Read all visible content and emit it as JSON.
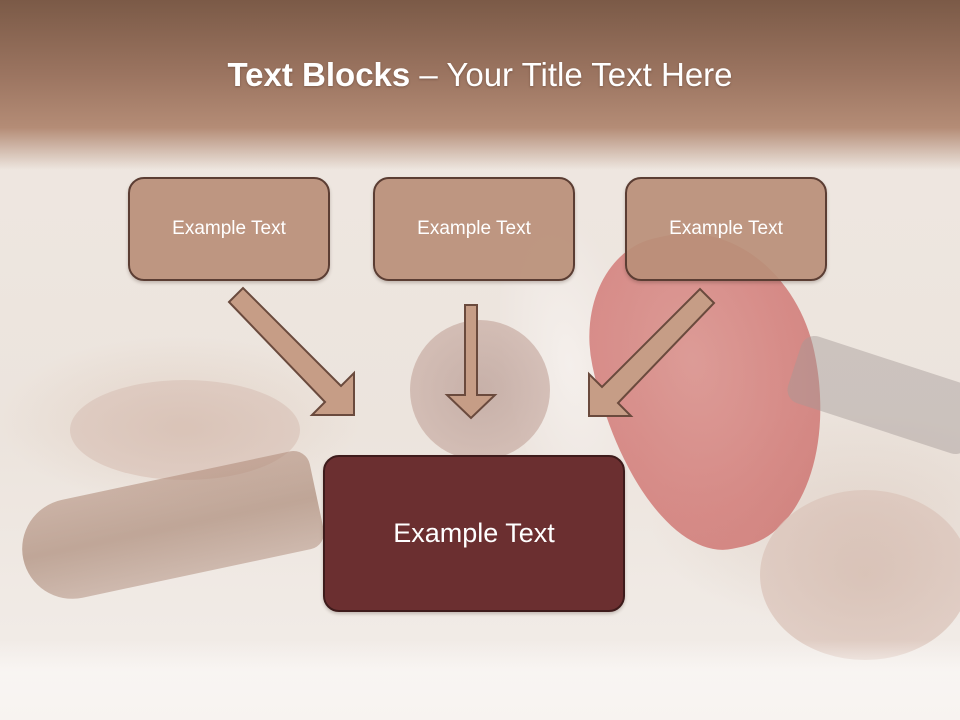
{
  "slide": {
    "title_bold": "Text Blocks",
    "title_rest": " – Your Title Text Here"
  },
  "diagram": {
    "top_boxes": [
      {
        "label": "Example Text"
      },
      {
        "label": "Example Text"
      },
      {
        "label": "Example Text"
      }
    ],
    "bottom_box": {
      "label": "Example Text"
    }
  },
  "colors": {
    "header": "#9c7561",
    "top_box_fill": "#ba8f78",
    "top_box_border": "#5b3d33",
    "bottom_box_fill": "#6b2f30",
    "arrow_fill": "#c69d86",
    "arrow_stroke": "#6a4a3d"
  }
}
